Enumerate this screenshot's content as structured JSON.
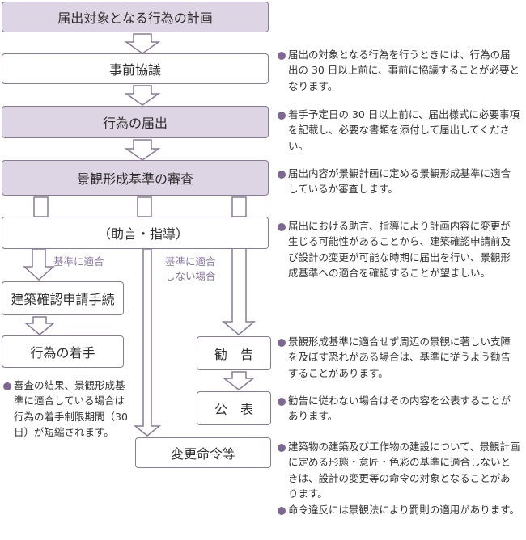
{
  "flow": {
    "step1": "届出対象となる行為の計画",
    "step2": "事前協議",
    "step3": "行為の届出",
    "step4": "景観形成基準の審査",
    "advice": "（助言・指導）",
    "confirm": "建築確認申請手続",
    "start": "行為の着手",
    "recommend": "勧　告",
    "publish": "公　表",
    "order": "変更命令等",
    "label_conform": "基準に適合",
    "label_nonconform_1": "基準に適合",
    "label_nonconform_2": "しない場合"
  },
  "notes": {
    "n1": "届出の対象となる行為を行うときには、行為の届出の 30 日以上前に、事前に協議することが必要となります。",
    "n2": "着手予定日の 30 日以上前に、届出様式に必要事項を記載し、必要な書類を添付して届出してください。",
    "n3": "届出内容が景観計画に定める景観形成基準に適合しているか審査します。",
    "n4": "届出における助言、指導により計画内容に変更が生じる可能性があることから、建築確認申請前及び設計の変更が可能な時期に届出を行い、景観形成基準への適合を確認することが望ましい。",
    "n5": "景観形成基準に適合せず周辺の景観に著しい支障を及ぼす恐れがある場合は、基準に従うよう勧告することがあります。",
    "n6": "勧告に従わない場合はその内容を公表することがあります。",
    "n7a": "建築物の建築及び工作物の建設について、景観計画に定める形態・意匠・色彩の基準に適合しないときは、設計の変更等の命令の対象となることがあります。",
    "n7b": "命令違反には景観法により罰則の適用があります。",
    "left_note": "審査の結果、景観形成基準に適合している場合は行為の着手制限期間（30 日）が短縮されます。"
  },
  "colors": {
    "box_border": "#8a7a98",
    "box_shaded": "#ddd5e3",
    "arrow_fill": "#ffffff",
    "arrow_stroke": "#8a7a98",
    "bullet": "#7e6792",
    "label": "#8a76a0"
  }
}
